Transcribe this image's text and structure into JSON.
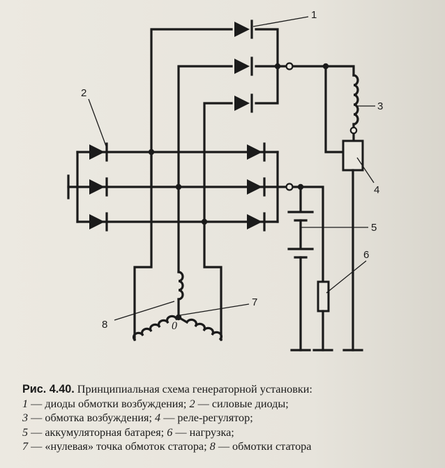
{
  "diagram": {
    "callouts": [
      "1",
      "2",
      "3",
      "4",
      "5",
      "6",
      "7",
      "8"
    ],
    "zero_point_label": "0"
  },
  "caption": {
    "figure_label": "Рис. 4.40.",
    "title": "Принципиальная схема генераторной установки:",
    "items": [
      {
        "num": "1",
        "text": "диоды обмотки возбуждения;"
      },
      {
        "num": "2",
        "text": "силовые диоды;"
      },
      {
        "num": "3",
        "text": "обмотка возбуждения;"
      },
      {
        "num": "4",
        "text": "реле-регулятор;"
      },
      {
        "num": "5",
        "text": "аккумуляторная батарея;"
      },
      {
        "num": "6",
        "text": "нагрузка;"
      },
      {
        "num": "7",
        "text": "«нулевая» точка обмоток статора;"
      },
      {
        "num": "8",
        "text": "обмотки статора"
      }
    ]
  }
}
